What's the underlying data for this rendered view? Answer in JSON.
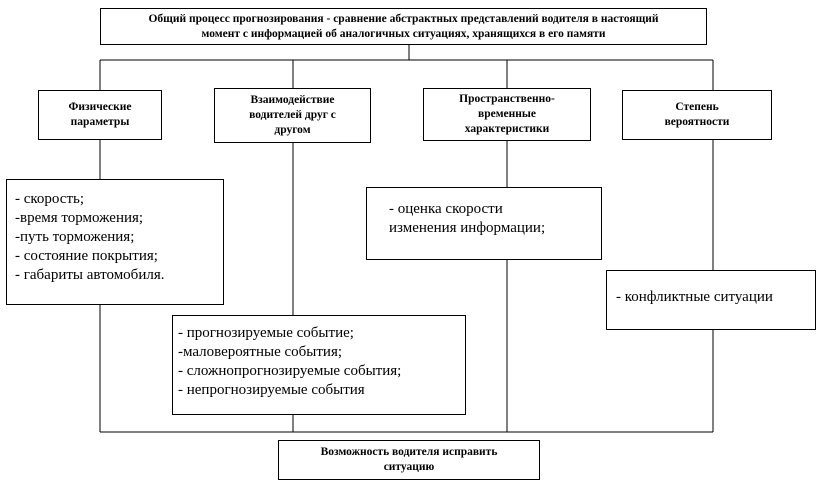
{
  "top": {
    "line1": "Общий процесс прогнозирования - сравнение абстрактных представлений водителя в настоящий",
    "line2": "момент с информацией об аналогичных ситуациях, хранящихся в его памяти"
  },
  "categories": [
    {
      "lines": [
        "Физические",
        "параметры"
      ]
    },
    {
      "lines": [
        "Взаимодействие",
        "водителей друг с",
        "другом"
      ]
    },
    {
      "lines": [
        "Пространственно-",
        "временные",
        "характеристики"
      ]
    },
    {
      "lines": [
        "Степень",
        "вероятности"
      ]
    }
  ],
  "details": [
    {
      "items": [
        "- скорость;",
        "-время торможения;",
        "-путь торможения;",
        "- состояние покрытия;",
        "- габариты автомобиля."
      ]
    },
    {
      "items": [
        "- прогнозируемые событие;",
        "-маловероятные события;",
        "- сложнопрогнозируемые события;",
        "- непрогнозируемые события"
      ]
    },
    {
      "items": [
        "- оценка скорости",
        "изменения информации;"
      ]
    },
    {
      "items": [
        "- конфликтные ситуации"
      ]
    }
  ],
  "bottom": {
    "line1": "Возможность водителя исправить",
    "line2": "ситуацию"
  }
}
